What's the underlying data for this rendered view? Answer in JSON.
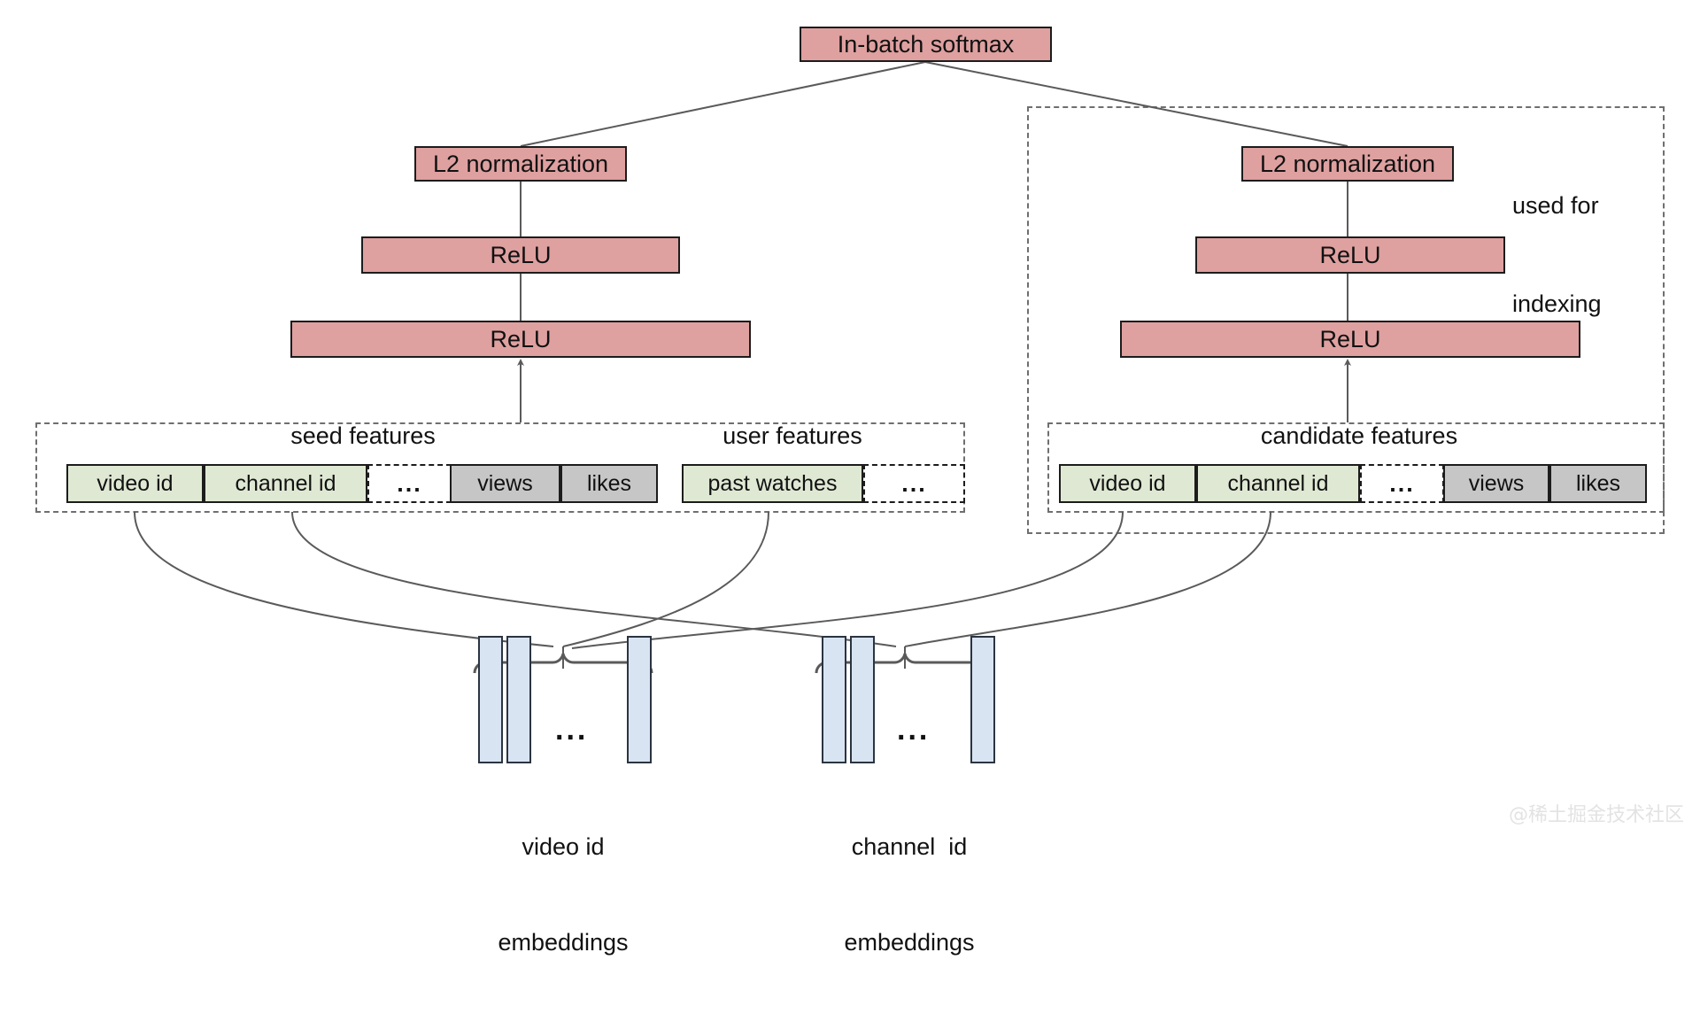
{
  "diagram": {
    "title": "Two-tower retrieval model architecture",
    "colors": {
      "pink": "#dfa0a0",
      "green": "#dfe8d3",
      "gray": "#c6c6c6",
      "embedding_blue": "#d9e4f2",
      "dashed_border": "#6f6f6f",
      "solid_border": "#1c1c1c",
      "wire": "#5a5a5a",
      "watermark": "#e3e3e3"
    },
    "top": {
      "softmax_label": "In-batch softmax"
    },
    "left_tower": {
      "l2_label": "L2 normalization",
      "relu_upper_label": "ReLU",
      "relu_lower_label": "ReLU"
    },
    "right_tower": {
      "l2_label": "L2 normalization",
      "relu_upper_label": "ReLU",
      "relu_lower_label": "ReLU",
      "indexing_note_line1": "used for",
      "indexing_note_line2": "indexing"
    },
    "seed_features": {
      "caption": "seed features",
      "fields": [
        {
          "label": "video id",
          "kind": "green"
        },
        {
          "label": "channel id",
          "kind": "green"
        },
        {
          "label": "...",
          "kind": "ellipsis"
        },
        {
          "label": "views",
          "kind": "gray"
        },
        {
          "label": "likes",
          "kind": "gray"
        }
      ]
    },
    "user_features": {
      "caption": "user features",
      "fields": [
        {
          "label": "past watches",
          "kind": "green"
        },
        {
          "label": "...",
          "kind": "ellipsis"
        }
      ]
    },
    "candidate_features": {
      "caption": "candidate features",
      "fields": [
        {
          "label": "video id",
          "kind": "green"
        },
        {
          "label": "channel id",
          "kind": "green"
        },
        {
          "label": "...",
          "kind": "ellipsis"
        },
        {
          "label": "views",
          "kind": "gray"
        },
        {
          "label": "likes",
          "kind": "gray"
        }
      ]
    },
    "embeddings": {
      "video": {
        "caption_line1": "video id",
        "caption_line2": "embeddings",
        "dots": "...",
        "column_count": 3
      },
      "channel": {
        "caption_line1": "channel  id",
        "caption_line2": "embeddings",
        "dots": "...",
        "column_count": 3
      }
    },
    "watermark": "@稀土掘金技术社区"
  }
}
